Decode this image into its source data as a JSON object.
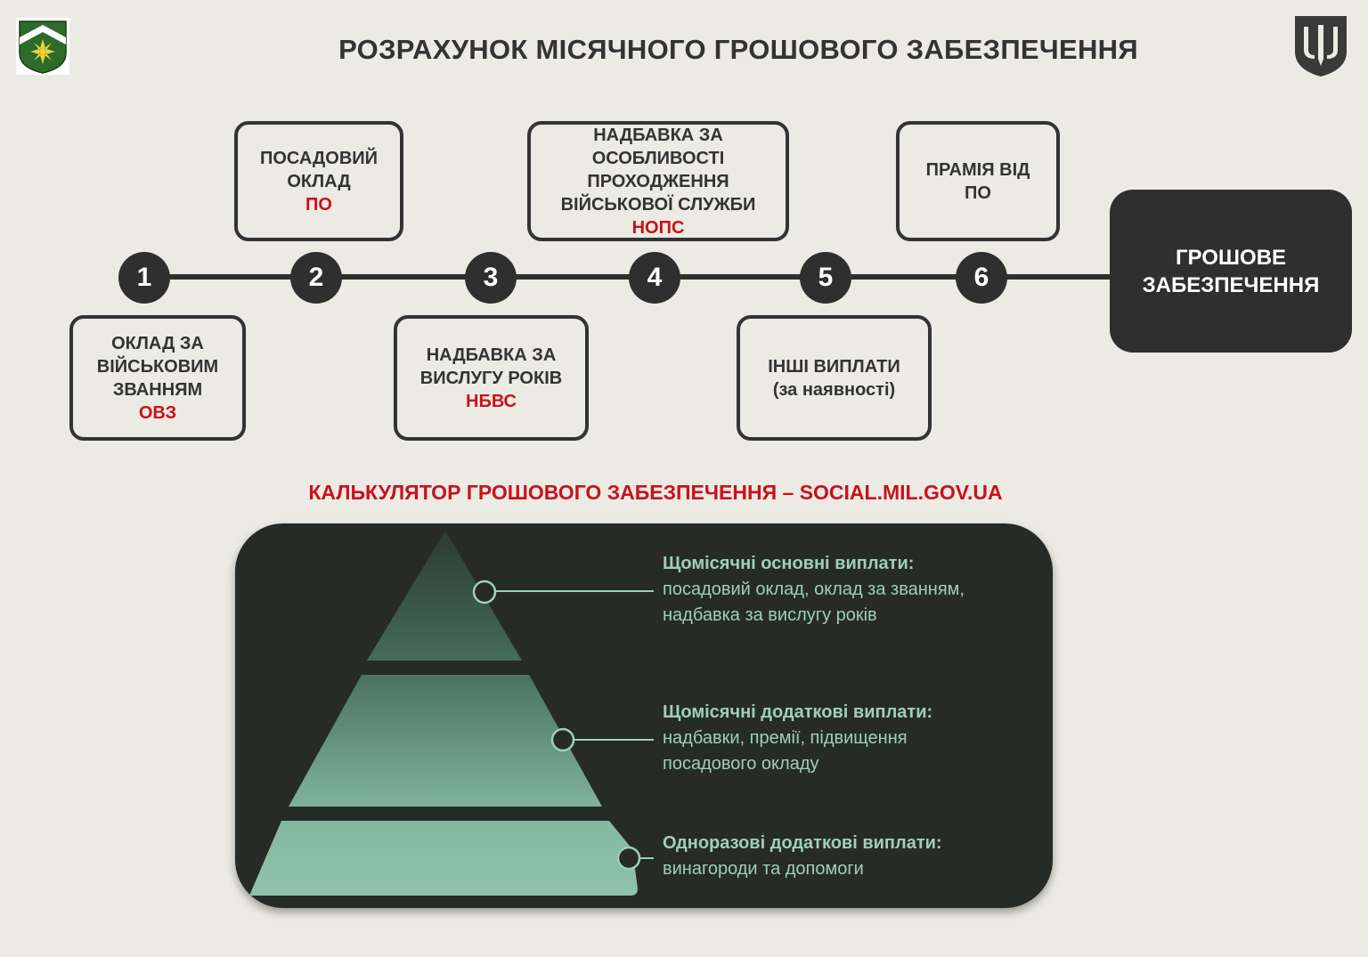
{
  "header": {
    "title": "РОЗРАХУНОК МІСЯЧНОГО ГРОШОВОГО ЗАБЕЗПЕЧЕННЯ",
    "left_logo_icon": "unit-emblem-icon",
    "right_logo_icon": "trident-emblem-icon"
  },
  "steps": [
    {
      "number": "1",
      "lines": [
        "ОКЛАД ЗА",
        "ВІЙСЬКОВИМ",
        "ЗВАННЯМ"
      ],
      "abbr": "ОВЗ"
    },
    {
      "number": "2",
      "lines": [
        "ПОСАДОВИЙ",
        "ОКЛАД"
      ],
      "abbr": "ПО"
    },
    {
      "number": "3",
      "lines": [
        "НАДБАВКА ЗА",
        "ВИСЛУГУ РОКІВ"
      ],
      "abbr": "НБВС"
    },
    {
      "number": "4",
      "lines": [
        "НАДБАВКА ЗА",
        "ОСОБЛИВОСТІ",
        "ПРОХОДЖЕННЯ",
        "ВІЙСЬКОВОЇ СЛУЖБИ"
      ],
      "abbr": "НОПС"
    },
    {
      "number": "5",
      "lines": [
        "ІНШІ ВИПЛАТИ",
        "(за наявності)"
      ],
      "abbr": ""
    },
    {
      "number": "6",
      "lines": [
        "ПРАМІЯ ВІД",
        "ПО"
      ],
      "abbr": ""
    }
  ],
  "result": {
    "lines": [
      "ГРОШОВЕ",
      "ЗАБЕЗПЕЧЕННЯ"
    ]
  },
  "calculator_link": "КАЛЬКУЛЯТОР ГРОШОВОГО ЗАБЕЗПЕЧЕННЯ – SOCIAL.MIL.GOV.UA",
  "pyramid": {
    "tiers": [
      {
        "heading": "Щомісячні основні виплати:",
        "lines": [
          "посадовий оклад, оклад за званням,",
          "надбавка за вислугу років"
        ]
      },
      {
        "heading": "Щомісячні додаткові виплати:",
        "lines": [
          "надбавки, премії, підвищення",
          "посадового окладу"
        ]
      },
      {
        "heading": "Одноразові додаткові виплати:",
        "lines": [
          "винагороди та допомоги"
        ]
      }
    ]
  },
  "colors": {
    "background": "#ecebe3",
    "dark": "#2f2f2f",
    "accent_red": "#c8121c",
    "pyramid_text": "#9fcfb8",
    "pyramid_fill": "#8ec2aa",
    "panel": "#262b28"
  }
}
